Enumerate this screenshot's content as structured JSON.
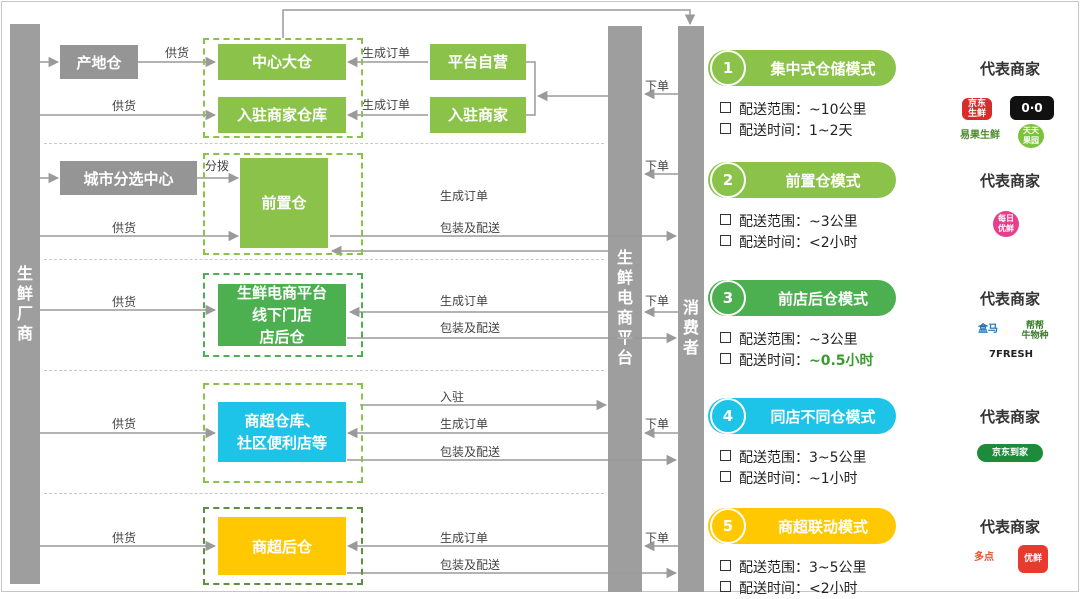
{
  "left_pillar": "生鲜厂商",
  "platform_pillar": "生鲜电商平台",
  "consumer_pillar": "消费者",
  "row1": {
    "origin_warehouse": "产地仓",
    "supply1": "供货",
    "central_warehouse": "中心大仓",
    "order1": "生成订单",
    "platform_self": "平台自营",
    "supply2": "供货",
    "merchant_warehouse": "入驻商家仓库",
    "order2": "生成订单",
    "merchant": "入驻商家",
    "down_order": "下单"
  },
  "row2": {
    "city_center": "城市分选中心",
    "distribute": "分拨",
    "front_warehouse": "前置仓",
    "order": "生成订单",
    "supply": "供货",
    "pack": "包装及配送",
    "down_order": "下单"
  },
  "row3": {
    "supply": "供货",
    "box_line1": "生鲜电商平台",
    "box_line2": "线下门店",
    "box_line3": "店后仓",
    "order": "生成订单",
    "pack": "包装及配送",
    "down_order": "下单"
  },
  "row4": {
    "supply": "供货",
    "box_line1": "商超仓库、",
    "box_line2": "社区便利店等",
    "enter": "入驻",
    "order": "生成订单",
    "pack": "包装及配送",
    "down_order": "下单"
  },
  "row5": {
    "supply": "供货",
    "box": "商超后仓",
    "order": "生成订单",
    "pack": "包装及配送",
    "down_order": "下单"
  },
  "modes": [
    {
      "num": "1",
      "name": "集中式仓储模式",
      "range": "配送范围：~10公里",
      "time": "配送时间：1~2天",
      "rep": "代表商家",
      "color": "#8bc34a"
    },
    {
      "num": "2",
      "name": "前置仓模式",
      "range": "配送范围：~3公里",
      "time": "配送时间：<2小时",
      "rep": "代表商家",
      "color": "#8bc34a"
    },
    {
      "num": "3",
      "name": "前店后仓模式",
      "range": "配送范围：~3公里",
      "time_prefix": "配送时间：",
      "time_value": "~0.5小时",
      "rep": "代表商家",
      "color": "#4caf50"
    },
    {
      "num": "4",
      "name": "同店不同仓模式",
      "range": "配送范围：3~5公里",
      "time": "配送时间：~1小时",
      "rep": "代表商家",
      "color": "#1ec3e8"
    },
    {
      "num": "5",
      "name": "商超联动模式",
      "range": "配送范围：3~5公里",
      "time": "配送时间：<2小时",
      "rep": "代表商家",
      "color": "#ffc800"
    }
  ],
  "logos": {
    "jd_fresh": "京东\n生鲜",
    "tmall": "0·0",
    "yiguo": "易果生鲜",
    "tiantian": "天天\n果园",
    "meiri": "每日\n优鲜",
    "hema": "盒马",
    "bangbang": "帮帮\n牛物种",
    "sevenfresh": "7FRESH",
    "jd_daojia": "京东到家",
    "duodian": "多点",
    "runfa": "优鲜"
  }
}
